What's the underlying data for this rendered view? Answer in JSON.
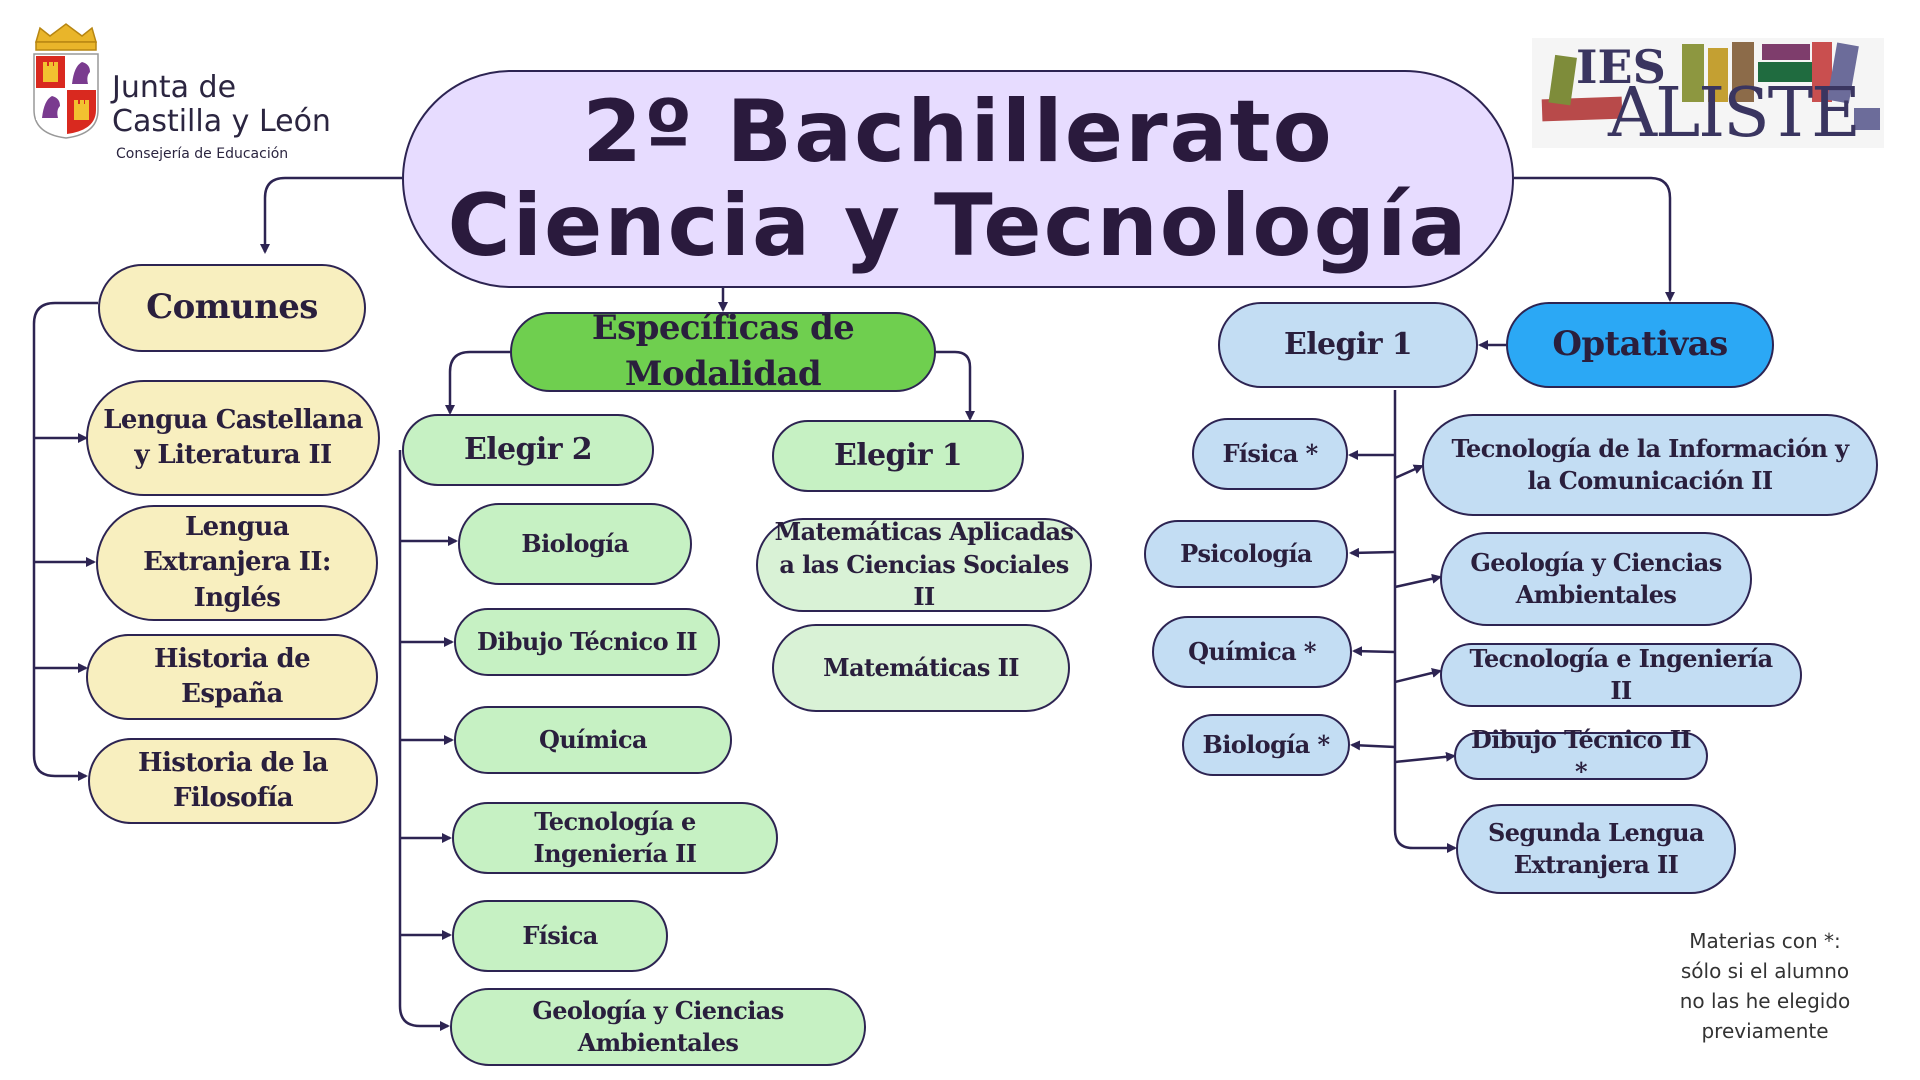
{
  "header": {
    "title_line1": "2º Bachillerato",
    "title_line2": "Ciencia y Tecnología",
    "logo_left": {
      "line1": "Junta de",
      "line2": "Castilla y León",
      "line3": "Consejería de Educación"
    },
    "logo_right": {
      "line1": "IES",
      "line2": "ALISTE"
    }
  },
  "comunes": {
    "label": "Comunes",
    "items": [
      "Lengua Castellana y Literatura II",
      "Lengua Extranjera II: Inglés",
      "Historia de España",
      "Historia de la Filosofía"
    ]
  },
  "especificas": {
    "label": "Específicas de Modalidad",
    "elegir2": {
      "label": "Elegir 2",
      "items": [
        "Biología",
        "Dibujo Técnico II",
        "Química",
        "Tecnología e Ingeniería II",
        "Física",
        "Geología y Ciencias Ambientales"
      ]
    },
    "elegir1": {
      "label": "Elegir 1",
      "items": [
        "Matemáticas Aplicadas a las Ciencias Sociales II",
        "Matemáticas II"
      ]
    }
  },
  "optativas": {
    "label": "Optativas",
    "items": [
      "Tecnología de la Información y la Comunicación II",
      "Geología y Ciencias Ambientales",
      "Tecnología e Ingeniería II",
      "Dibujo Técnico II *",
      "Segunda Lengua Extranjera II"
    ],
    "elegir1": {
      "label": "Elegir 1",
      "items": [
        "Física *",
        "Psicología",
        "Química *",
        "Biología *"
      ]
    }
  },
  "footnote": {
    "line1": "Materias con *:",
    "line2": "sólo si el alumno",
    "line3": "no las he elegido",
    "line4": "previamente"
  },
  "colors": {
    "title_bg": "#e7dcff",
    "comunes_bg": "#f8efbf",
    "especificas_bg": "#6fcf4f",
    "specific_items_bg": "#c6f1c3",
    "optativas_bg": "#2ba8f5",
    "optativas_items_bg": "#c3ddf3",
    "line": "#2d2452"
  }
}
